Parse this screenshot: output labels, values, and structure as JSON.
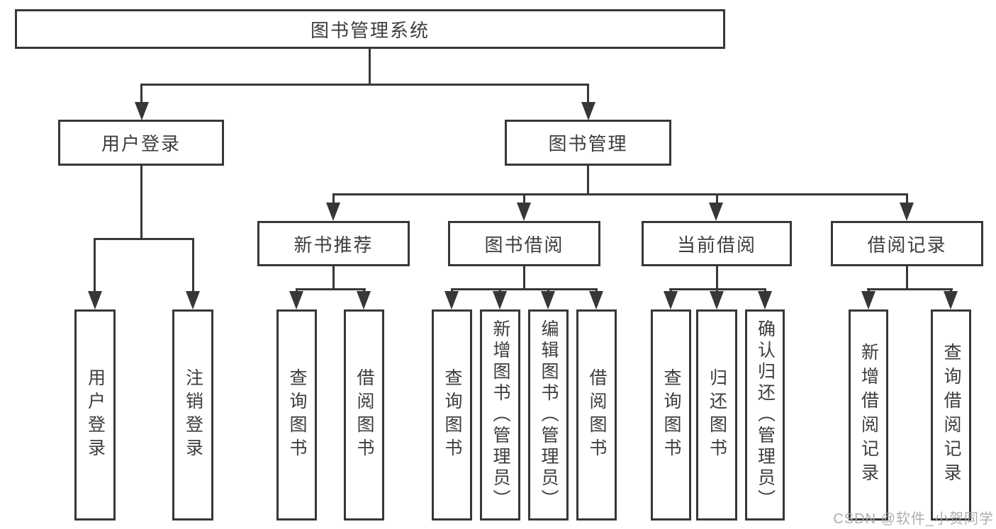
{
  "diagram": {
    "type": "hierarchy-tree",
    "root": {
      "label": "图书管理系统"
    },
    "level2": [
      {
        "label": "用户登录"
      },
      {
        "label": "图书管理"
      }
    ],
    "level3": [
      {
        "label": "新书推荐"
      },
      {
        "label": "图书借阅"
      },
      {
        "label": "当前借阅"
      },
      {
        "label": "借阅记录"
      }
    ],
    "leaves": {
      "user_login": [
        "用户登录",
        "注销登录"
      ],
      "new_book_rec": [
        "查询图书",
        "借阅图书"
      ],
      "book_borrow": [
        "查询图书",
        "新增图书（管理员）",
        "编辑图书（管理员）",
        "借阅图书"
      ],
      "current_borrow": [
        "查询图书",
        "归还图书",
        "确认归还（管理员）"
      ],
      "borrow_record": [
        "新增借阅记录",
        "查询借阅记录"
      ]
    },
    "watermark": "CSDN @软件_小贺同学",
    "colors": {
      "line": "#373737",
      "text": "#3d3d3d",
      "background": "#ffffff",
      "watermark": "#a5a5a5"
    }
  }
}
